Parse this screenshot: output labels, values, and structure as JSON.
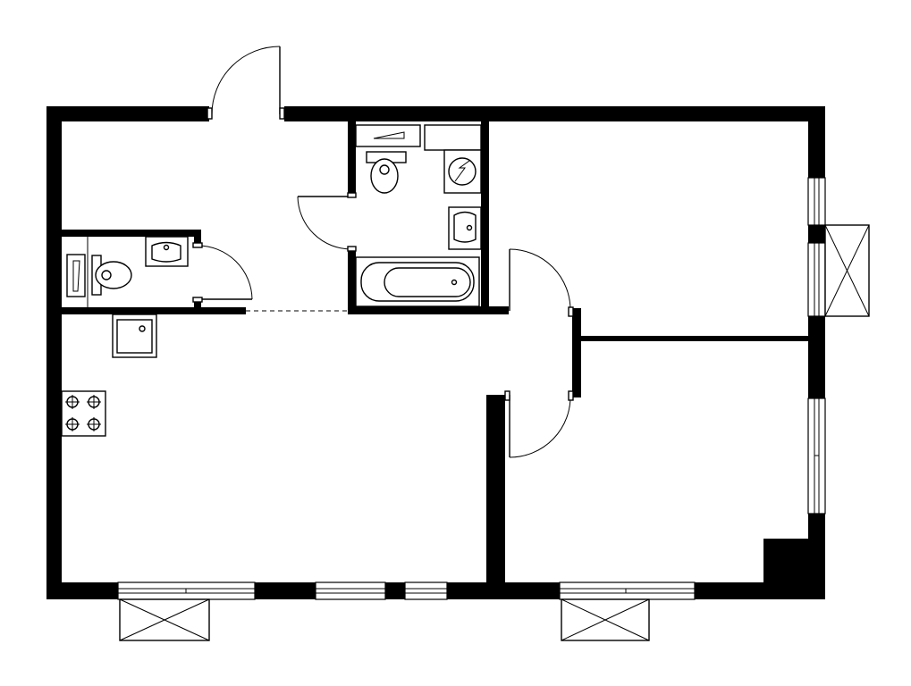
{
  "colors": {
    "wall": "#000000",
    "background": "#ffffff"
  },
  "rooms": [
    "entrance-hall",
    "guest-toilet",
    "bathroom",
    "kitchen-living",
    "bedroom-1",
    "bedroom-2"
  ],
  "fixtures": [
    "toilet-icon",
    "washbasin-icon",
    "washing-machine-icon",
    "bathtub-icon",
    "stove-icon",
    "kitchen-sink-icon"
  ],
  "balconies": 3
}
